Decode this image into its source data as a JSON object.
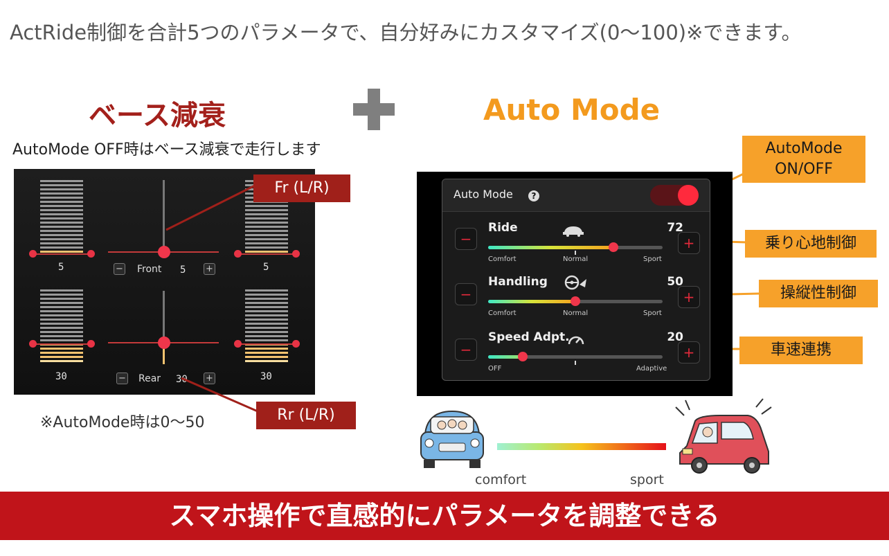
{
  "headline": "ActRide制御を合計5つのパラメータで、自分好みにカスタマイズ(0〜100)※できます。",
  "left_section": {
    "title": "ベース減衰",
    "subtitle": "AutoMode OFF時はベース減衰で走行します",
    "panel": {
      "front": {
        "label": "Front",
        "value": "5",
        "left_value": "5",
        "right_value": "5"
      },
      "rear": {
        "label": "Rear",
        "value": "30",
        "left_value": "30",
        "right_value": "30"
      },
      "minus_symbol": "−",
      "plus_symbol": "+"
    },
    "callout_front": "Fr (L/R)",
    "callout_rear": "Rr (L/R)",
    "note": "※AutoMode時は0〜50"
  },
  "right_section": {
    "title": "Auto Mode",
    "panel": {
      "header_title": "Auto Mode",
      "help_symbol": "?",
      "toggle_on": true,
      "minus_symbol": "−",
      "plus_symbol": "+",
      "params": [
        {
          "name": "Ride",
          "value": "72",
          "level": 72,
          "scale": [
            "Comfort",
            "Normal",
            "Sport"
          ],
          "icon": "car-icon"
        },
        {
          "name": "Handling",
          "value": "50",
          "level": 50,
          "scale": [
            "Comfort",
            "Normal",
            "Sport"
          ],
          "icon": "steering-wheel-icon"
        },
        {
          "name": "Speed Adpt.",
          "value": "20",
          "level": 20,
          "scale": [
            "OFF",
            "",
            "Adaptive"
          ],
          "icon": "speedometer-icon"
        }
      ]
    },
    "callouts": {
      "toggle": "AutoMode ON/OFF",
      "ride": "乗り心地制御",
      "handling": "操縦性制御",
      "speed": "車速連携"
    },
    "comfort_label": "comfort",
    "sport_label": "sport"
  },
  "banner": "スマホ操作で直感的にパラメータを調整できる",
  "colors": {
    "brand_red": "#a0201a",
    "accent_orange": "#f6a12a",
    "banner_red": "#c0141a",
    "knob_red": "#f0364b"
  }
}
